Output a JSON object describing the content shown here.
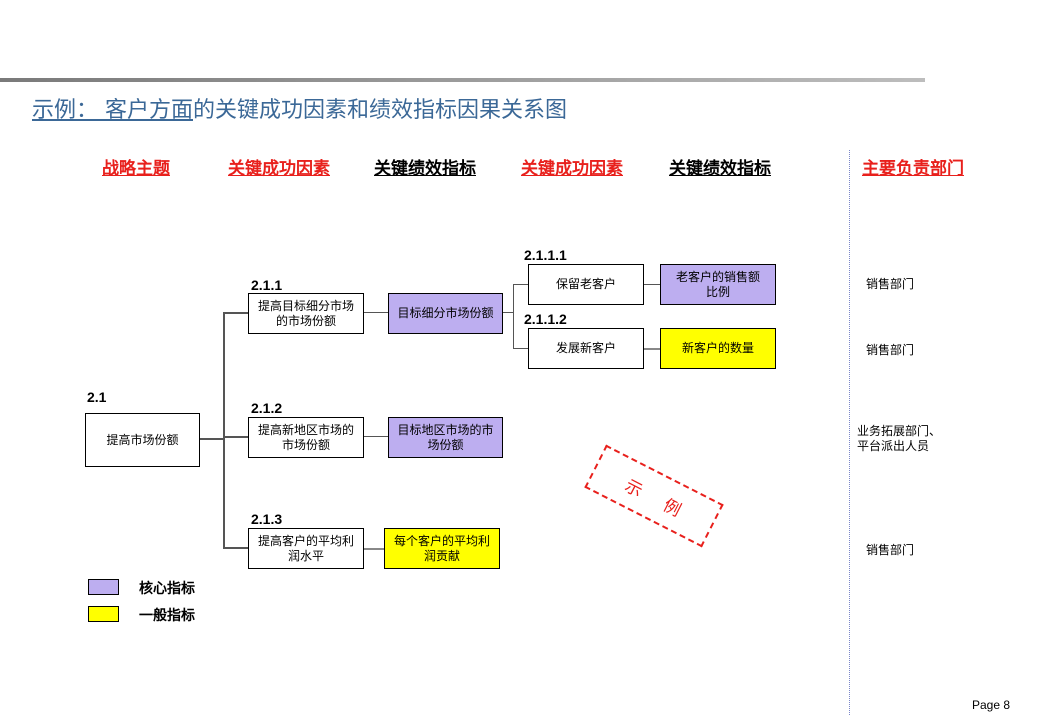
{
  "title": {
    "underlined": "示例： 客户方面",
    "rest": "的关键成功因素和绩效指标因果关系图"
  },
  "headers": [
    "战略主题",
    "关键成功因素",
    "关键绩效指标",
    "关键成功因素",
    "关键绩效指标",
    "主要负责部门"
  ],
  "nodes": {
    "n21": {
      "num": "2.1",
      "label": "提高市场份额"
    },
    "n211": {
      "num": "2.1.1",
      "label": "提高目标细分市场的市场份额",
      "kpi": "目标细分市场份额"
    },
    "n212": {
      "num": "2.1.2",
      "label": "提高新地区市场的市场份额",
      "kpi": "目标地区市场的市场份额"
    },
    "n213": {
      "num": "2.1.3",
      "label": "提高客户的平均利润水平",
      "kpi": "每个客户的平均利润贡献"
    },
    "n2111": {
      "num": "2.1.1.1",
      "label": "保留老客户",
      "kpi": "老客户的销售额比例"
    },
    "n2112": {
      "num": "2.1.1.2",
      "label": "发展新客户",
      "kpi": "新客户的数量"
    }
  },
  "stamp": {
    "c1": "示",
    "c2": "例"
  },
  "legend": {
    "core": "核心指标",
    "general": "一般指标"
  },
  "colors": {
    "core": "#bdaef0",
    "general": "#ffff00"
  },
  "departments": {
    "d1": "销售部门",
    "d2": "销售部门",
    "d3a": "业务拓展部门、",
    "d3b": "平台派出人员",
    "d4": "销售部门"
  },
  "footer": {
    "page": "Page 8"
  }
}
